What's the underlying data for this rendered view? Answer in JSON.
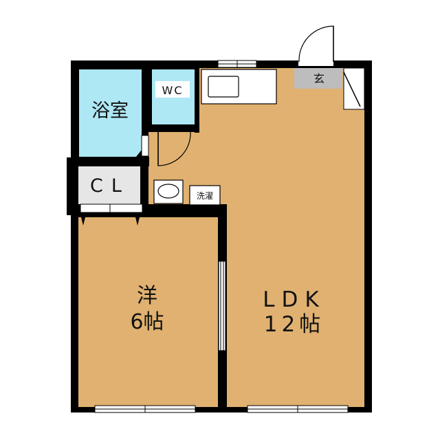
{
  "floor_plan": {
    "rooms": {
      "bath": {
        "label": "浴室"
      },
      "wc": {
        "label": "WC"
      },
      "closet": {
        "label": "CL"
      },
      "laundry": {
        "label": "洗濯"
      },
      "entrance": {
        "label": "玄"
      },
      "western_room": {
        "name": "洋",
        "size": "6帖"
      },
      "ldk": {
        "name": "LDK",
        "size": "12帖"
      }
    },
    "colors": {
      "wall": "#000000",
      "floor": "#e0b170",
      "wet_area": "#aee8f4",
      "closet_floor": "#e6e6e6",
      "entrance_floor": "#bdbdbd"
    }
  }
}
